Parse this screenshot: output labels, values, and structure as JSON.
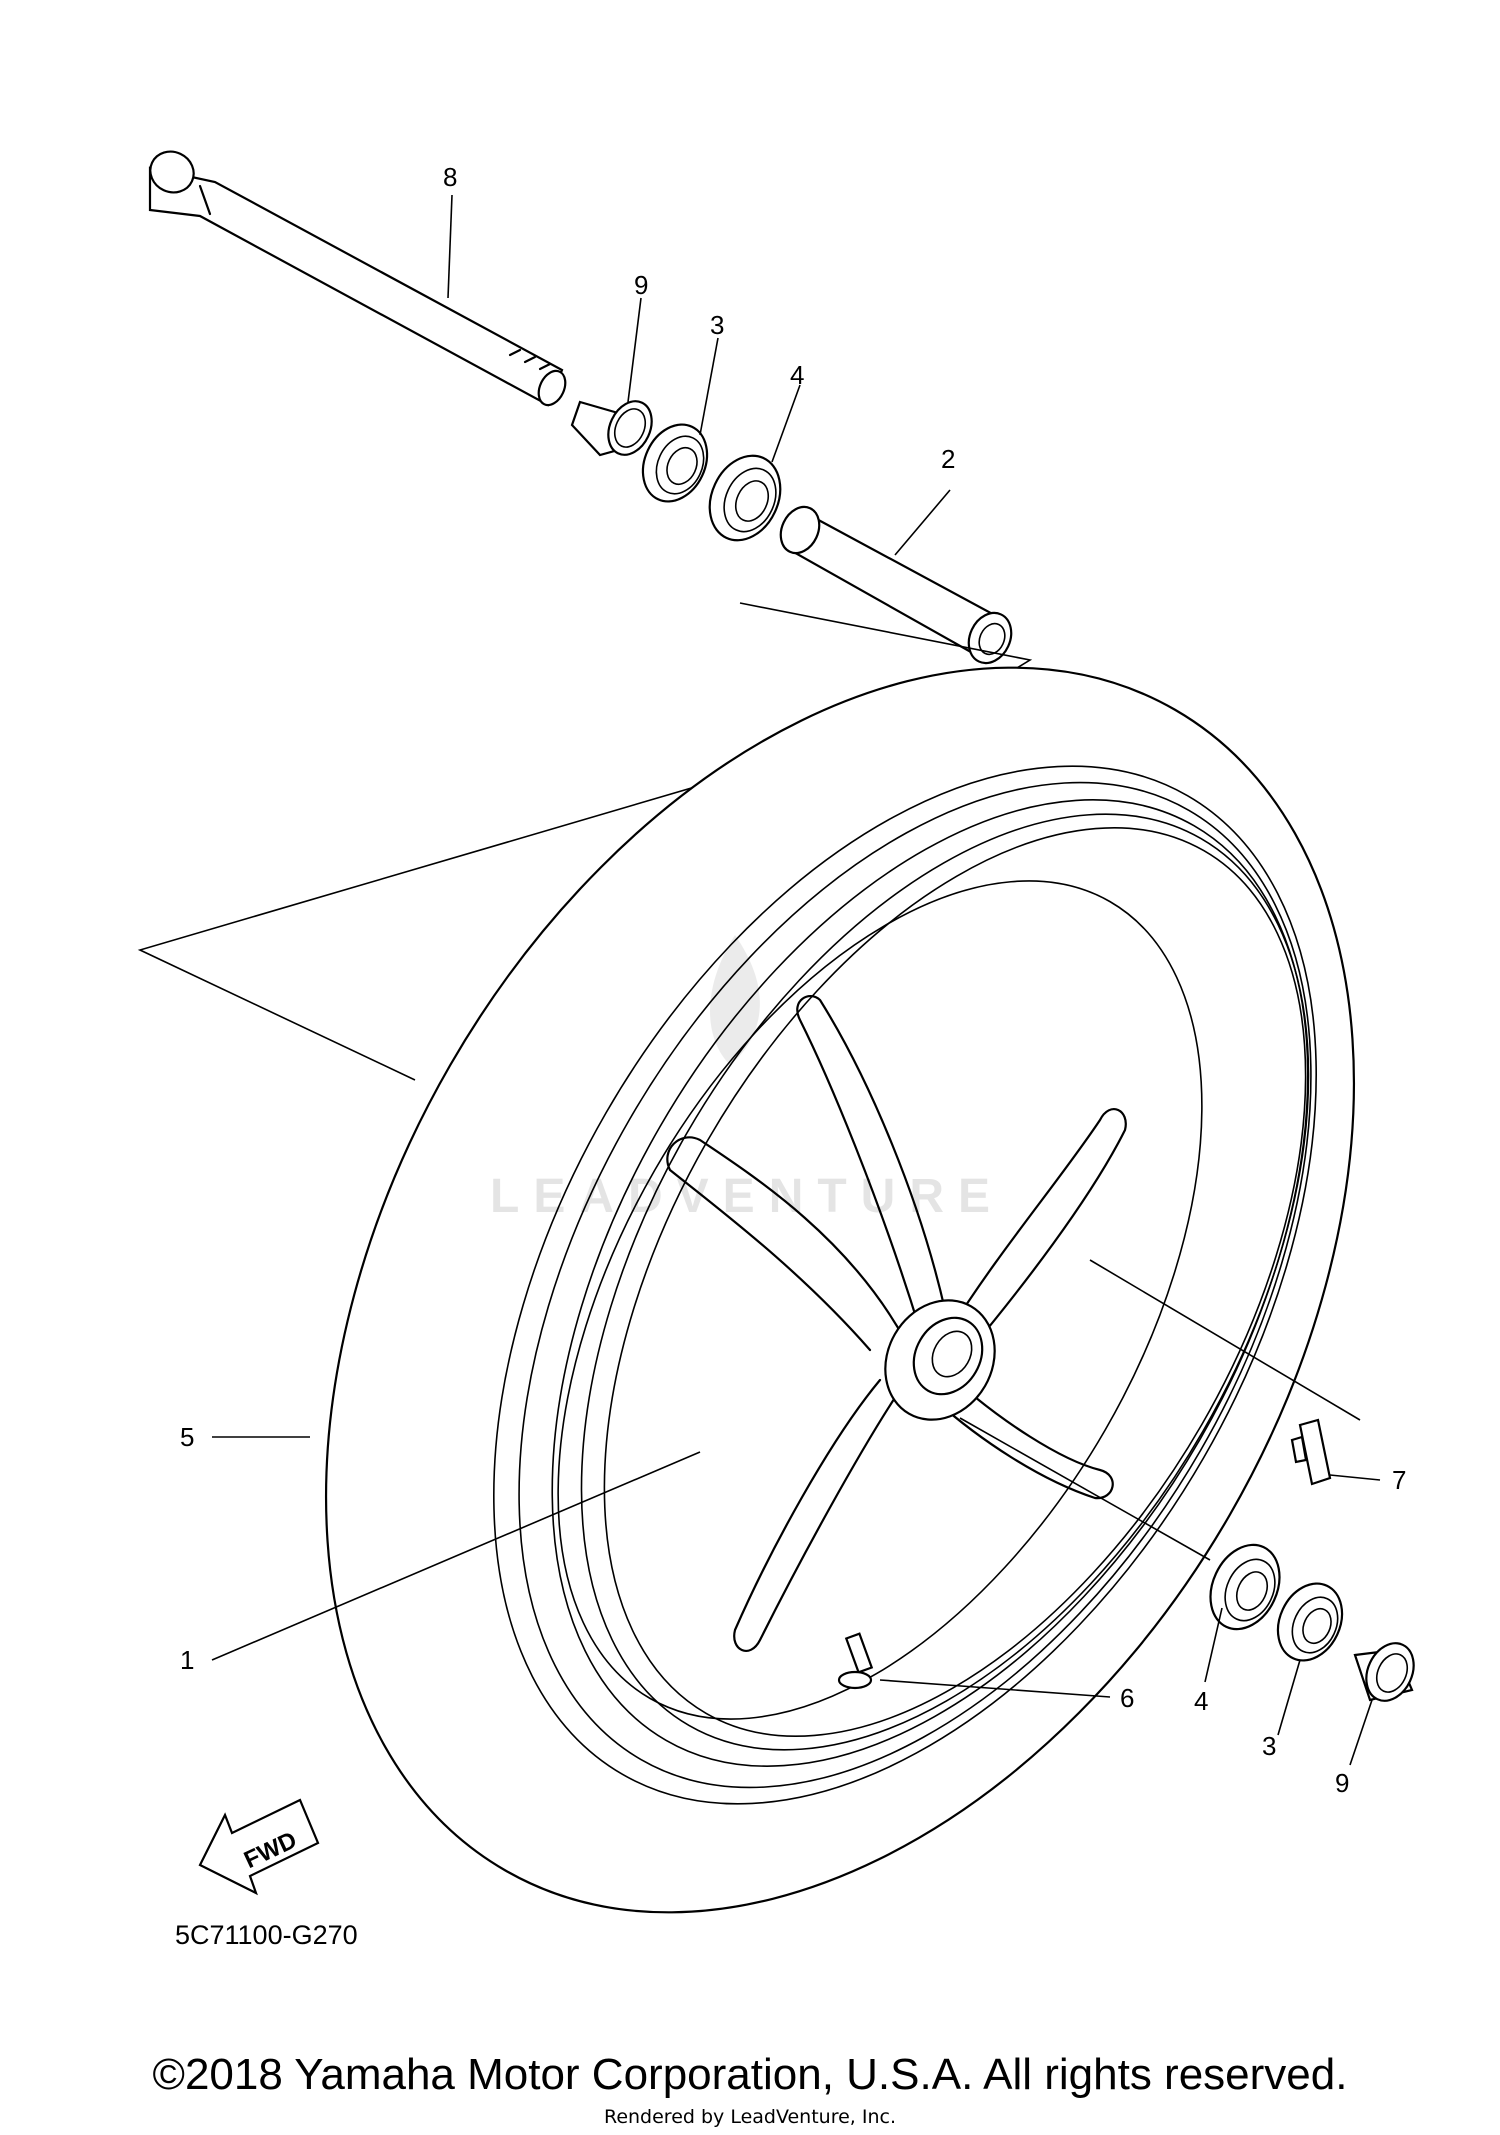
{
  "callouts": {
    "c8": "8",
    "c9_top": "9",
    "c3_top": "3",
    "c4_top": "4",
    "c2": "2",
    "c5": "5",
    "c7": "7",
    "c1": "1",
    "c6": "6",
    "c4_bottom": "4",
    "c3_bottom": "3",
    "c9_bottom": "9"
  },
  "fwd_label": "FWD",
  "diagram_code": "5C71100-G270",
  "watermark_text": "LEADVENTURE",
  "footer": {
    "copyright": "©2018 Yamaha Motor Corporation, U.S.A. All rights reserved.",
    "rendered_by": "Rendered by LeadVenture, Inc."
  }
}
